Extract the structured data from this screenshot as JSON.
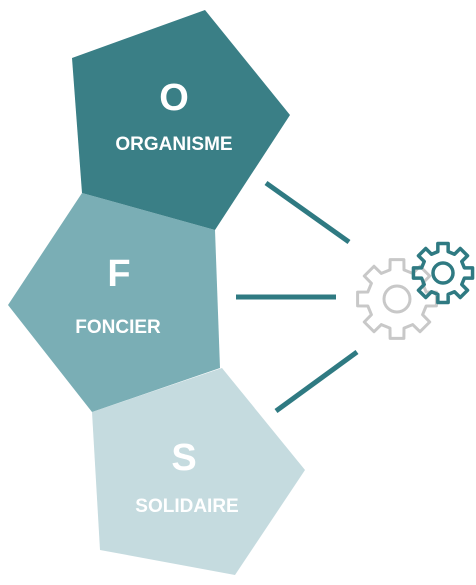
{
  "colors": {
    "organisme": "#3a7f86",
    "foncier": "#7aaeb5",
    "solidaire": "#c5dbdf",
    "connector": "#2f7a82",
    "gear_large": "#c8c8c8",
    "gear_small": "#2f7a82"
  },
  "blocks": [
    {
      "key": "organisme",
      "letter": "O",
      "label": "ORGANISME"
    },
    {
      "key": "foncier",
      "letter": "F",
      "label": "FONCIER"
    },
    {
      "key": "solidaire",
      "letter": "S",
      "label": "SOLIDAIRE"
    }
  ],
  "icons": {
    "gears": "gears-icon"
  }
}
